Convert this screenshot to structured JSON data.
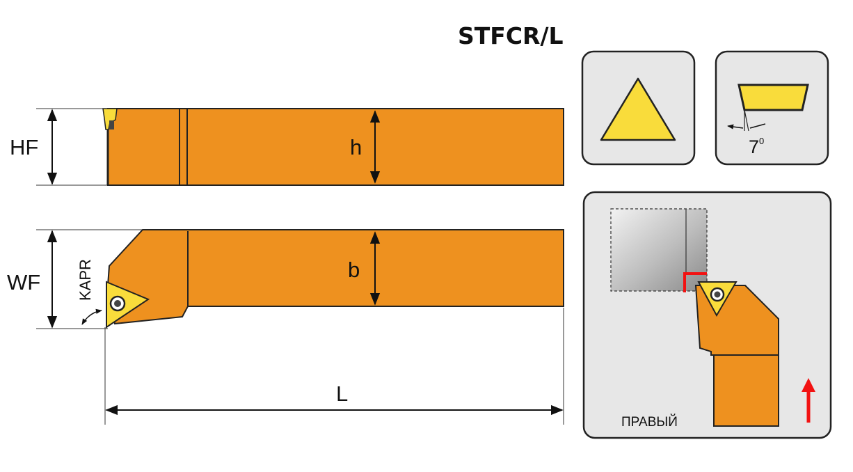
{
  "title": "STFCR/L",
  "dimensions": {
    "hf": "HF",
    "h": "h",
    "wf": "WF",
    "b": "b",
    "kapr": "KAPR",
    "l": "L"
  },
  "clearance_angle": {
    "value": "7",
    "unit_superscript": "0"
  },
  "application": {
    "direction_label": "ПРАВЫЙ"
  },
  "colors": {
    "holder": "#ee911f",
    "insert": "#f9dc3b",
    "panel": "#e7e7e7",
    "outline": "#222222",
    "arrow_red": "#f21212"
  }
}
